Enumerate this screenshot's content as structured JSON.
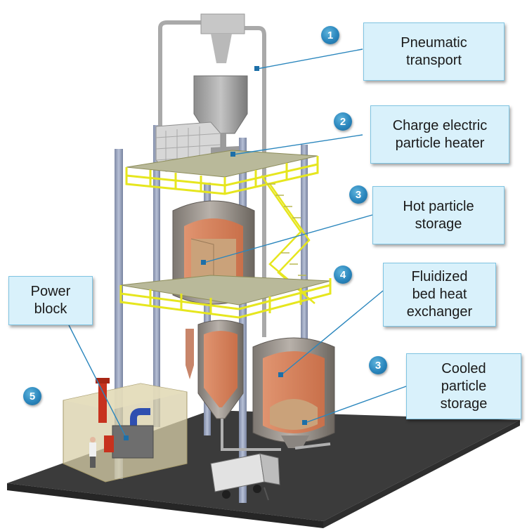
{
  "callouts": [
    {
      "number": "1",
      "label": "Pneumatic\ntransport"
    },
    {
      "number": "2",
      "label": "Charge electric\nparticle heater"
    },
    {
      "number": "3",
      "label": "Hot particle\nstorage"
    },
    {
      "number": "4",
      "label": "Fluidized\nbed heat\nexchanger"
    },
    {
      "number": "3",
      "label": "Cooled\nparticle\nstorage"
    },
    {
      "number": "5",
      "label": "Power\nblock"
    }
  ],
  "colors": {
    "callout_fill": "#d9f1fb",
    "callout_border": "#7fc4e2",
    "badge": "#2a86bd",
    "leader_line": "#2a86bd",
    "steel_frame": "#9aa6bf",
    "railing": "#e6e61e",
    "insulation": "#d9825a",
    "ground": "#3b3b3b"
  }
}
